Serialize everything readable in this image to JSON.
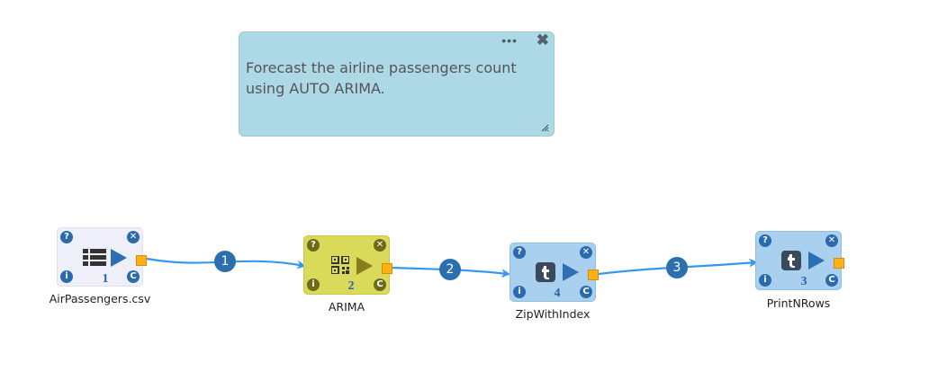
{
  "note": {
    "text": "Forecast the airline passengers count using AUTO ARIMA.",
    "more_label": "•••",
    "close_label": "✖"
  },
  "colors": {
    "link": "#3597f0",
    "badge": "#2c6fae",
    "port": "#fbb117",
    "note_bg": "#add8e6"
  },
  "nodes": [
    {
      "label": "AirPassengers.csv",
      "number": "1",
      "icon": "table-list-icon"
    },
    {
      "label": "ARIMA",
      "number": "2",
      "icon": "qr-code-icon"
    },
    {
      "label": "ZipWithIndex",
      "number": "4",
      "icon": "tumblr-t-icon"
    },
    {
      "label": "PrintNRows",
      "number": "3",
      "icon": "tumblr-t-icon"
    }
  ],
  "node_buttons": {
    "help": "?",
    "delete": "✕",
    "info": "i",
    "config": "C"
  },
  "links": [
    {
      "order": "1"
    },
    {
      "order": "2"
    },
    {
      "order": "3"
    }
  ]
}
